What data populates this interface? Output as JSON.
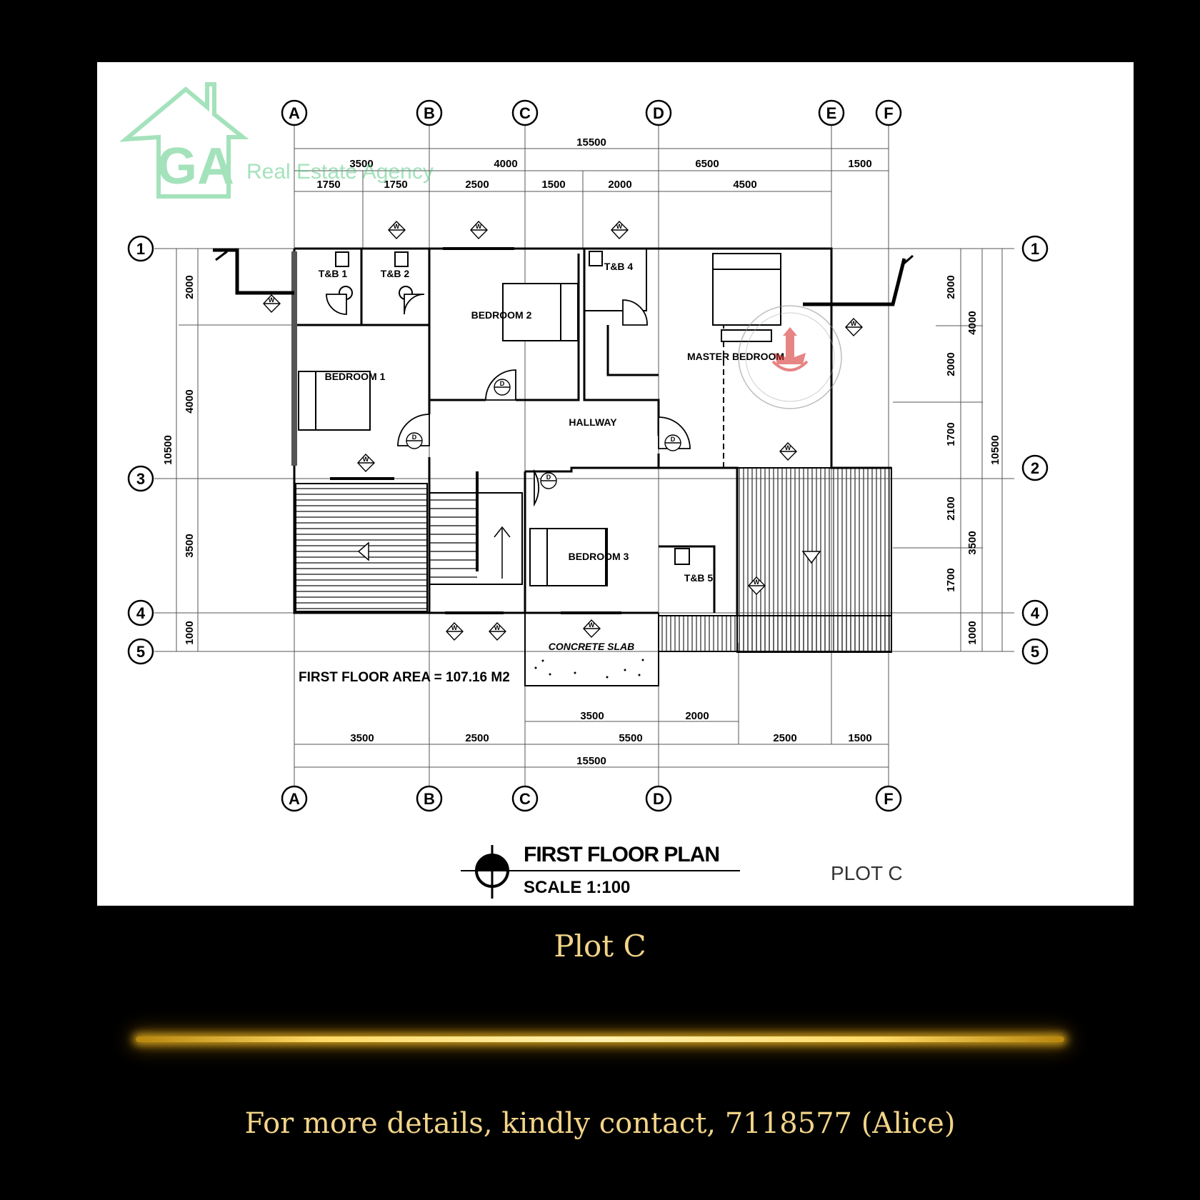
{
  "logo": {
    "initials": "GA",
    "name": "Real Estate Agency"
  },
  "grid": {
    "top_axes": [
      "A",
      "B",
      "C",
      "D",
      "E",
      "F"
    ],
    "bottom_axes": [
      "A",
      "B",
      "C",
      "D",
      "F"
    ],
    "rows_left": [
      "1",
      "3",
      "4",
      "5"
    ],
    "rows_right": [
      "1",
      "2",
      "4",
      "5"
    ]
  },
  "dimensions": {
    "top_total": "15500",
    "top_row2": [
      "3500",
      "4000",
      "6500",
      "1500"
    ],
    "top_row3": [
      "1750",
      "1750",
      "2500",
      "1500",
      "2000",
      "4500"
    ],
    "left_total": "10500",
    "left_segments": [
      "2000",
      "4000",
      "3500",
      "1000"
    ],
    "right_total": "10500",
    "right_outer": [
      "4000",
      "3500",
      "1000"
    ],
    "right_inner": [
      "2000",
      "2000",
      "1700",
      "2100",
      "1700"
    ],
    "bottom_row1": [
      "3500",
      "2000"
    ],
    "bottom_row2": [
      "3500",
      "2500",
      "5500",
      "2500",
      "1500"
    ],
    "bottom_total": "15500"
  },
  "rooms": {
    "tb1": "T&B 1",
    "tb2": "T&B 2",
    "tb4": "T&B 4",
    "tb5": "T&B 5",
    "bedroom1": "BEDROOM 1",
    "bedroom2": "BEDROOM 2",
    "bedroom3": "BEDROOM 3",
    "master": "MASTER BEDROOM",
    "hallway": "HALLWAY",
    "slab": "CONCRETE SLAB"
  },
  "tags": {
    "window": "W",
    "door": "D"
  },
  "floor_area": "FIRST FLOOR AREA = 107.16 M2",
  "title_block": {
    "title": "FIRST FLOOR PLAN",
    "scale": "SCALE 1:100",
    "plot": "PLOT C"
  },
  "caption": "Plot C",
  "contact": "For more details, kindly contact, 7118577 (Alice)",
  "colors": {
    "gold": "#F2D488",
    "background": "#000000",
    "logo_green": "#8FE3A8",
    "seal_red": "#D42020"
  }
}
